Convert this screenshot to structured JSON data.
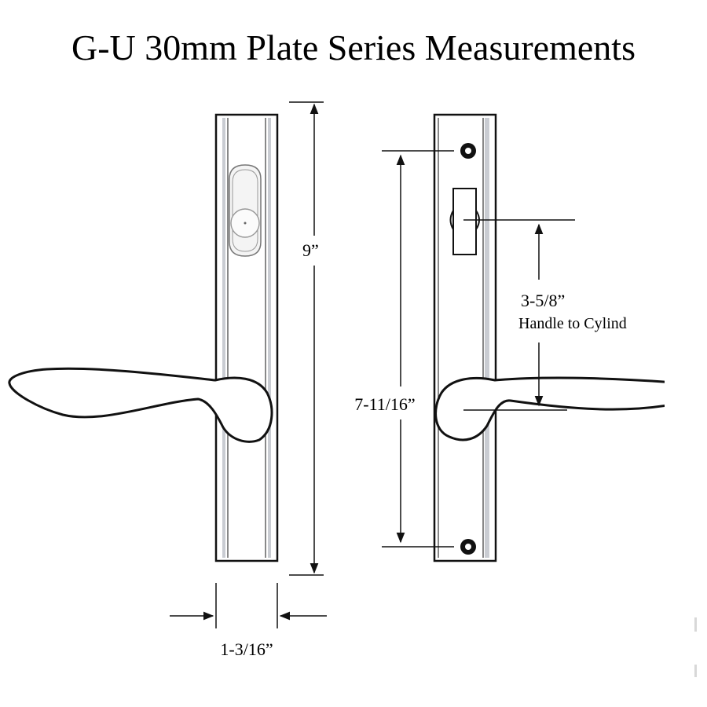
{
  "title": "G-U 30mm Plate Series Measurements",
  "dimensions": {
    "plate_height": "9”",
    "plate_width": "1-3/16”",
    "screw_spacing": "7-11/16”",
    "handle_to_cylinder_value": "3-5/8”",
    "handle_to_cylinder_label": "Handle to Cylind"
  }
}
